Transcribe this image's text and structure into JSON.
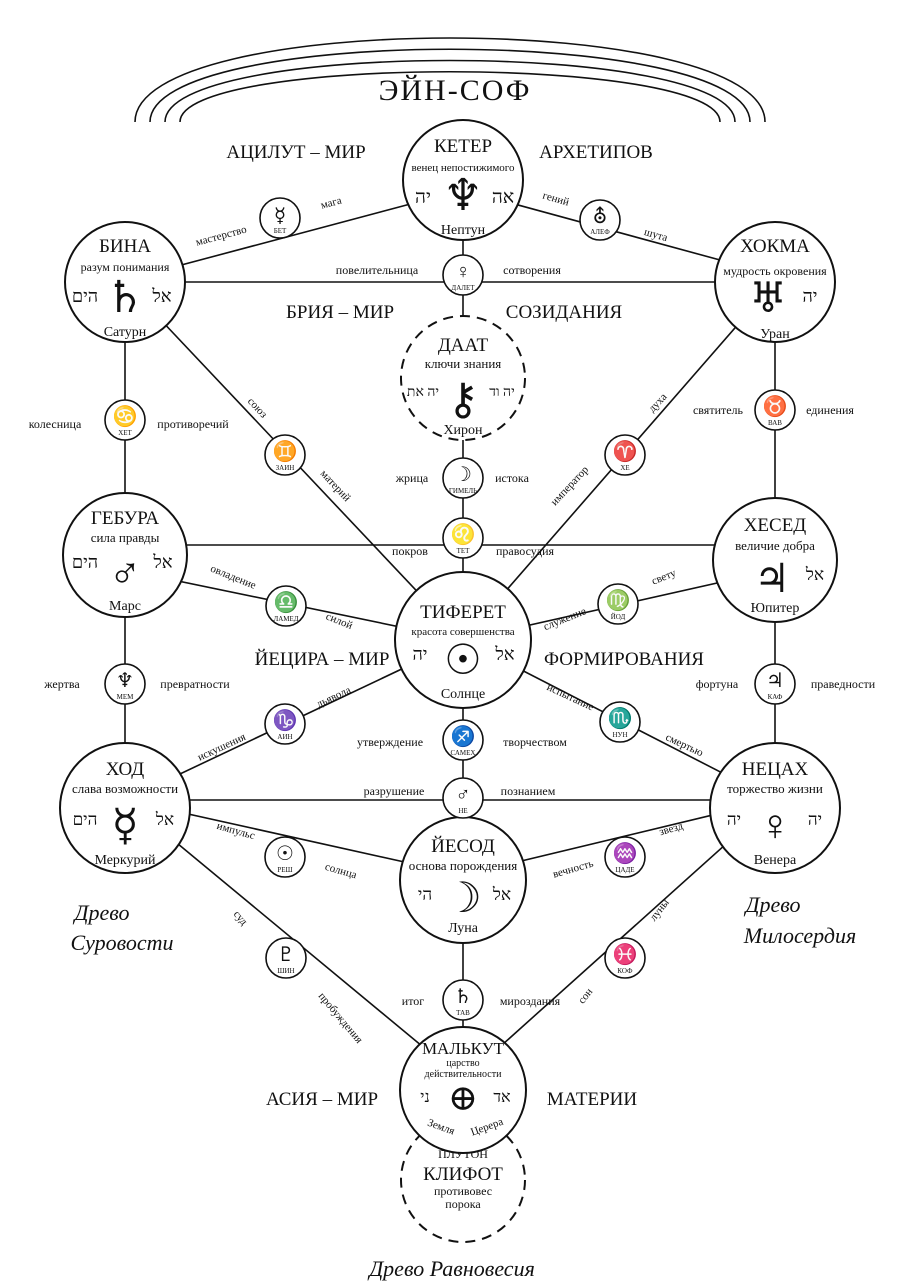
{
  "header": {
    "title": "ЭЙН-СОФ"
  },
  "worlds": {
    "atzilut_left": "АЦИЛУТ – МИР",
    "atzilut_right": "АРХЕТИПОВ",
    "briah_left": "БРИЯ – МИР",
    "briah_right": "СОЗИДАНИЯ",
    "yetzirah_left": "ЙЕЦИРА – МИР",
    "yetzirah_right": "ФОРМИРОВАНИЯ",
    "assiah_left": "АСИЯ – МИР",
    "assiah_right": "МАТЕРИИ"
  },
  "trees": {
    "severity_1": "Древо",
    "severity_2": "Суровости",
    "mercy_1": "Древо",
    "mercy_2": "Милосердия",
    "balance": "Древо Равновесия"
  },
  "sephirot": {
    "keter": {
      "name": "КЕТЕР",
      "sub": "венец непостижимого",
      "planet": "Нептун",
      "symbol": "♆",
      "heb_left": "יה",
      "heb_right": "אה"
    },
    "chokmah": {
      "name": "ХОКМА",
      "sub": "мудрость окровения",
      "planet": "Уран",
      "symbol": "♅",
      "heb_right": "יה"
    },
    "binah": {
      "name": "БИНА",
      "sub": "разум понимания",
      "planet": "Сатурн",
      "symbol": "♄",
      "heb_left": "הים",
      "heb_right": "אל"
    },
    "daat": {
      "name": "ДААТ",
      "sub": "ключи знания",
      "planet": "Хирон",
      "symbol": "⚷",
      "heb_left": "יה את",
      "heb_right": "יה וד"
    },
    "chesed": {
      "name": "ХЕСЕД",
      "sub": "величие добра",
      "planet": "Юпитер",
      "symbol": "♃",
      "heb_right": "אל"
    },
    "geburah": {
      "name": "ГЕБУРА",
      "sub": "сила правды",
      "planet": "Марс",
      "symbol": "♂",
      "heb_left": "הים",
      "heb_right": "אל"
    },
    "tiferet": {
      "name": "ТИФЕРЕТ",
      "sub": "красота совершенства",
      "planet": "Солнце",
      "symbol": "☉",
      "heb_left": "יה",
      "heb_right": "אל"
    },
    "netzach": {
      "name": "НЕЦАХ",
      "sub": "торжество жизни",
      "planet": "Венера",
      "symbol": "♀",
      "heb_left": "יה",
      "heb_right": "יה"
    },
    "hod": {
      "name": "ХОД",
      "sub": "слава возможности",
      "planet": "Меркурий",
      "symbol": "☿",
      "heb_left": "הים",
      "heb_right": "אל"
    },
    "yesod": {
      "name": "ЙЕСОД",
      "sub": "основа порождения",
      "planet": "Луна",
      "symbol": "☽",
      "heb_left": "הי",
      "heb_right": "אל"
    },
    "malkuth": {
      "name": "МАЛЬКУТ",
      "sub1": "царство",
      "sub2": "действительности",
      "symbol": "⊕",
      "heb_left": "ני",
      "heb_right": "אד",
      "earth": "Земля",
      "ceres": "Церера"
    },
    "klifot": {
      "top": "ПЛУТОН",
      "name": "КЛИФОТ",
      "sub1": "противовес",
      "sub2": "порока"
    }
  },
  "paths": {
    "bet": {
      "label": "БЕТ",
      "symbol": "☿",
      "w1": "мастерство",
      "w2": "мага"
    },
    "alef": {
      "label": "АЛЕФ",
      "symbol": "⛢",
      "w1": "гений",
      "w2": "шута"
    },
    "dalet": {
      "label": "ДАЛЕТ",
      "symbol": "♀",
      "w1": "повелительница",
      "w2": "сотворения"
    },
    "het": {
      "label": "ХЕТ",
      "symbol": "♋",
      "w1": "колесница",
      "w2": "противоречий"
    },
    "zain": {
      "label": "ЗАИН",
      "symbol": "♊",
      "w1": "союз",
      "w2": "материй"
    },
    "gimel": {
      "label": "ГИМЕЛЬ",
      "symbol": "☽",
      "w1": "жрица",
      "w2": "истока"
    },
    "he": {
      "label": "ХЕ",
      "symbol": "♈",
      "w1": "император",
      "w2": "духа"
    },
    "vav": {
      "label": "ВАВ",
      "symbol": "♉",
      "w1": "святитель",
      "w2": "единения"
    },
    "tet": {
      "label": "ТЕТ",
      "symbol": "♌",
      "w1": "покров",
      "w2": "правосудия"
    },
    "lamed": {
      "label": "ЛАМЕД",
      "symbol": "♎",
      "w1": "овладение",
      "w2": "силой"
    },
    "yod": {
      "label": "ЙОД",
      "symbol": "♍",
      "w1": "служение",
      "w2": "свету"
    },
    "mem": {
      "label": "МЕМ",
      "symbol": "♆",
      "w1": "жертва",
      "w2": "превратности"
    },
    "kaf": {
      "label": "КАФ",
      "symbol": "♃",
      "w1": "фортуна",
      "w2": "праведности"
    },
    "ain": {
      "label": "АИН",
      "symbol": "♑",
      "w1": "искушения",
      "w2": "дьявола"
    },
    "nun": {
      "label": "НУН",
      "symbol": "♏",
      "w1": "испытание",
      "w2": "смертью"
    },
    "samekh": {
      "label": "САМЕХ",
      "symbol": "♐",
      "w1": "утверждение",
      "w2": "творчеством"
    },
    "pe": {
      "label": "НЕ",
      "symbol": "♂",
      "w1": "разрушение",
      "w2": "познанием"
    },
    "resh": {
      "label": "РЕШ",
      "symbol": "☉",
      "w1": "импульс",
      "w2": "солнца"
    },
    "tsade": {
      "label": "ЦАДЕ",
      "symbol": "♒",
      "w1": "вечность",
      "w2": "звезд"
    },
    "shin": {
      "label": "ШИН",
      "symbol": "♇",
      "w1": "суд",
      "w2": "пробуждения"
    },
    "kof": {
      "label": "КОФ",
      "symbol": "♓",
      "w1": "сон",
      "w2": "луны"
    },
    "tav": {
      "label": "ТАВ",
      "symbol": "♄",
      "w1": "итог",
      "w2": "мироздания"
    }
  }
}
